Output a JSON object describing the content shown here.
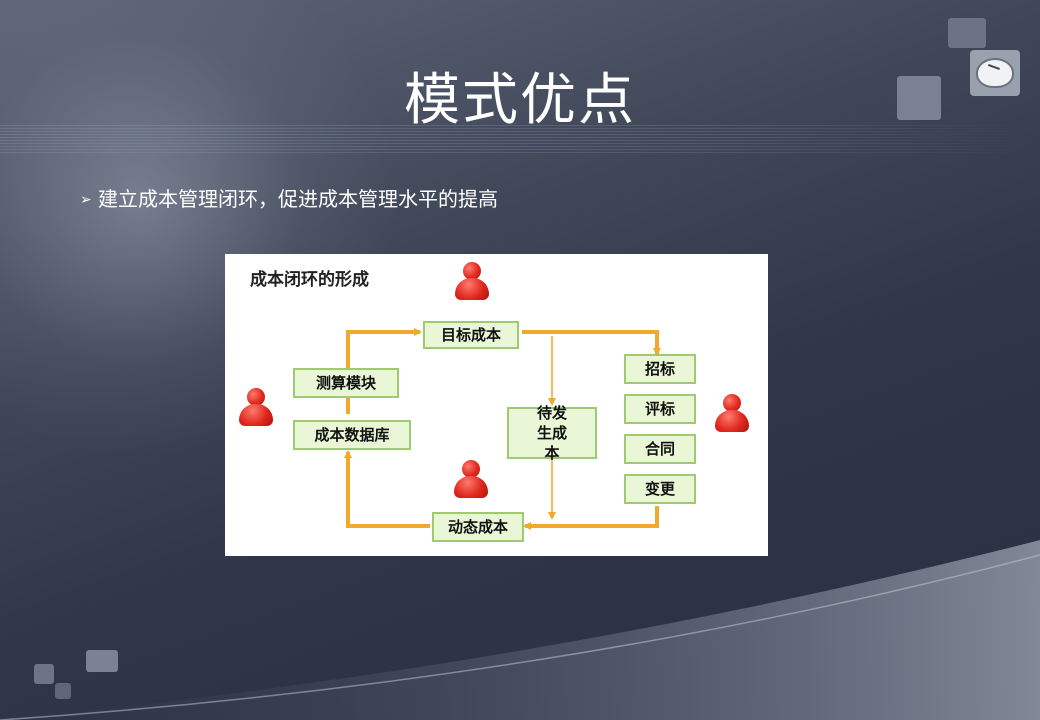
{
  "slide": {
    "title": "模式优点",
    "bullet_marker": "➢",
    "bullet_text": "建立成本管理闭环，促进成本管理水平的提高"
  },
  "diagram": {
    "title": "成本闭环的形成",
    "nodes": {
      "target_cost": "目标成本",
      "estimation_module": "测算模块",
      "cost_database": "成本数据库",
      "pending_cost": "待发生成本",
      "bidding": "招标",
      "evaluation": "评标",
      "contract": "合同",
      "change": "变更",
      "dynamic_cost": "动态成本"
    },
    "colors": {
      "node_fill": "#eaf7d6",
      "node_border": "#9fca72",
      "arrow": "#f0a92a",
      "person": "#e0281e"
    },
    "icons": [
      "person-icon",
      "person-icon",
      "person-icon",
      "person-icon"
    ]
  }
}
